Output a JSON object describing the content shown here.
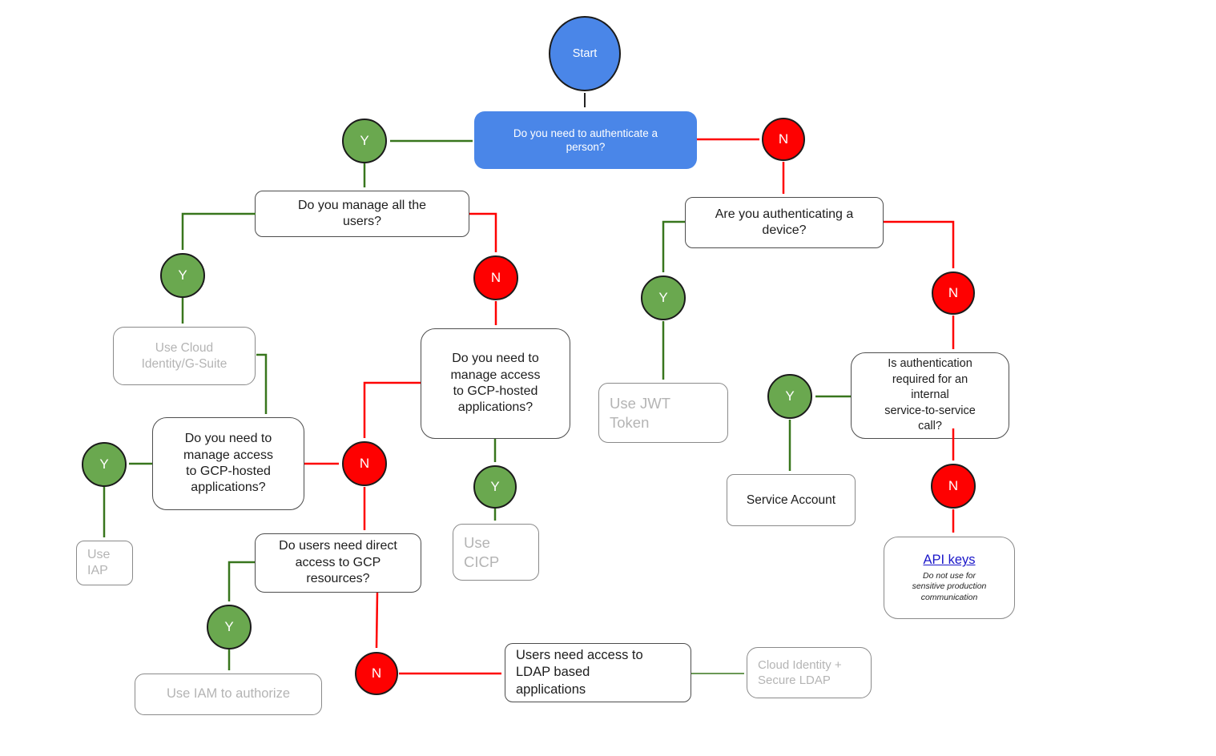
{
  "labels": {
    "yes": "Y",
    "no": "N"
  },
  "colors": {
    "node_blue": "#4a86e8",
    "yes_green": "#6aa84f",
    "no_red": "#fe0101",
    "green_arrow": "#38761d",
    "red_arrow": "#fe0101",
    "gray_result_text": "#b4b4b4",
    "link_blue": "#1a16c9"
  },
  "nodes": {
    "start": "Start",
    "q_authenticate_person": "Do you need to authenticate a\nperson?",
    "q_manage_all_users": "Do you manage all  the\nusers?",
    "r_cloud_identity": "Use Cloud\nIdentity/G-Suite",
    "q_manage_access_left": "Do you need to\nmanage access\nto GCP-hosted\napplications?",
    "r_iap": "Use\nIAP",
    "q_manage_access_mid": "Do you need to\nmanage access\nto GCP-hosted\napplications?",
    "r_cicp": "Use\nCICP",
    "q_direct_access": "Do users  need direct\naccess to GCP\nresources?",
    "r_iam": "Use IAM to authorize",
    "s_ldap_need": "Users need access to\nLDAP based\napplications",
    "r_secure_ldap": "Cloud Identity +\nSecure LDAP",
    "q_auth_device": "Are you authenticating a\ndevice?",
    "r_jwt": "Use JWT\nToken",
    "q_internal_service": "Is authentication\nrequired for an\ninternal\nservice-to-service\ncall?",
    "r_service_account": "Service Account",
    "api_keys": {
      "link": "API keys",
      "note": "Do not use for\nsensitive production\ncommunication"
    }
  }
}
